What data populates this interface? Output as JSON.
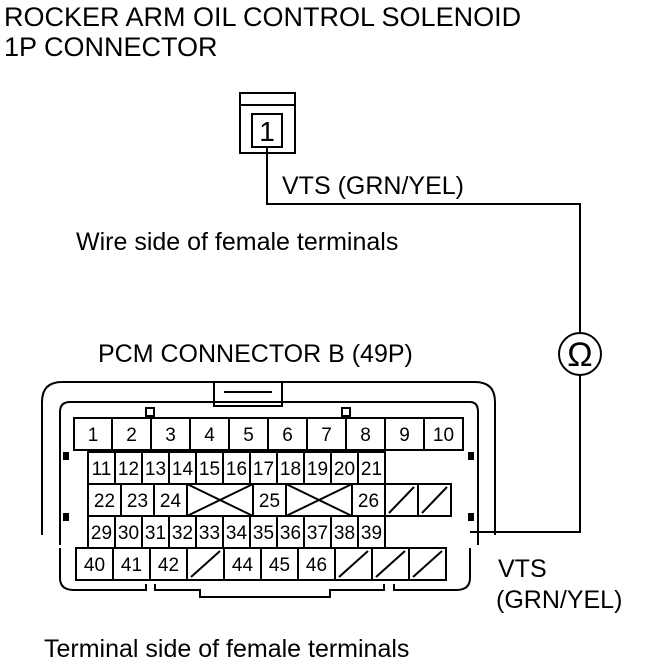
{
  "solenoid": {
    "title_line1": "ROCKER ARM OIL CONTROL SOLENOID",
    "title_line2": "1P CONNECTOR",
    "terminal": "1"
  },
  "wire_top_label": "VTS (GRN/YEL)",
  "wire_side_note": "Wire side of female terminals",
  "pcm": {
    "title": "PCM CONNECTOR B (49P)",
    "rows": [
      [
        "1",
        "2",
        "3",
        "4",
        "5",
        "6",
        "7",
        "8",
        "9",
        "10"
      ],
      [
        "11",
        "12",
        "13",
        "14",
        "15",
        "16",
        "17",
        "18",
        "19",
        "20",
        "21"
      ],
      [
        "22",
        "23",
        "24",
        "",
        "25",
        "",
        "26",
        "",
        ""
      ],
      [
        "29",
        "30",
        "31",
        "32",
        "33",
        "34",
        "35",
        "36",
        "37",
        "38",
        "39"
      ],
      [
        "40",
        "41",
        "42",
        "",
        "44",
        "45",
        "46",
        "",
        "",
        ""
      ]
    ]
  },
  "meter_symbol": "Ω",
  "wire_bottom_label_line1": "VTS",
  "wire_bottom_label_line2": "(GRN/YEL)",
  "terminal_side_note": "Terminal side of female terminals"
}
